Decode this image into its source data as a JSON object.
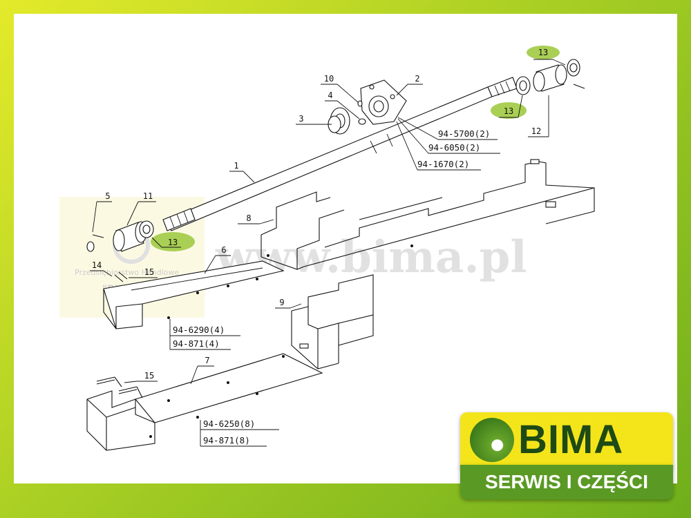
{
  "watermark": {
    "url": "www.bima.pl",
    "small_text": "Przedsiębiorstwo Handlowe",
    "quoted": "\"BIMA\""
  },
  "callouts": {
    "c1": "1",
    "c2": "2",
    "c3": "3",
    "c4": "4",
    "c5": "5",
    "c6": "6",
    "c7": "7",
    "c8": "8",
    "c9": "9",
    "c10": "10",
    "c11": "11",
    "c12": "12",
    "c13_top": "13",
    "c13_mid": "13",
    "c13_left": "13",
    "c14": "14",
    "c15_a": "15",
    "c15_b": "15"
  },
  "refs": {
    "r_5700": "94-5700(2)",
    "r_6050": "94-6050(2)",
    "r_1670": "94-1670(2)",
    "r_6290": "94-6290(4)",
    "r_871a": "94-871(4)",
    "r_6250": "94-6250(8)",
    "r_871b": "94-871(8)"
  },
  "logo": {
    "brand": "BIMA",
    "tagline": "SERWIS I CZĘŚCI"
  },
  "colors": {
    "highlight": "#a9cf55",
    "frame_green": "#6fae1c",
    "logo_yellow": "#f4e51a",
    "logo_green": "#5a9a24"
  }
}
